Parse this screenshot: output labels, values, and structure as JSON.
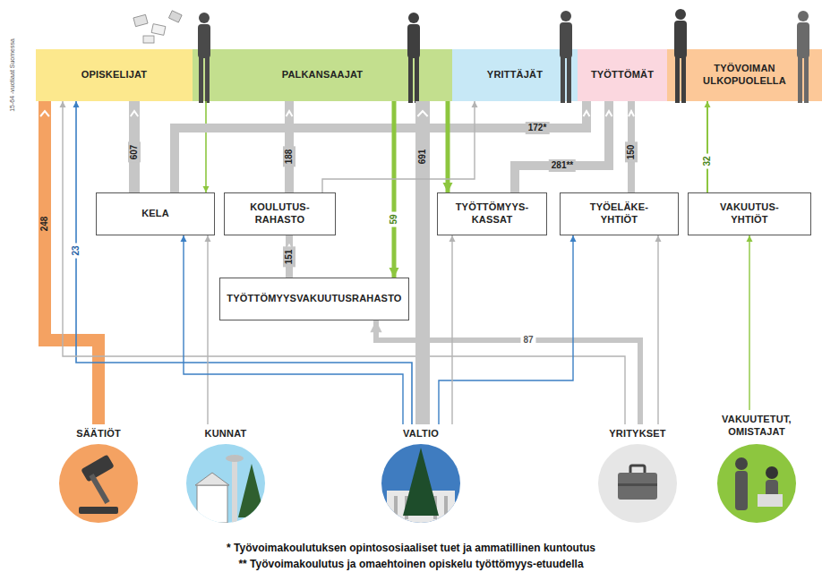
{
  "diagram": {
    "nodes": [
      {
        "text": [
          "OPISKELIJAT"
        ]
      },
      {
        "text": [
          "PALKANSAAJAT"
        ]
      },
      {
        "text": [
          "YRITTÄJÄT"
        ]
      },
      {
        "text": [
          "TYÖTTÖMÄT"
        ]
      },
      {
        "text": [
          "TYÖVOIMAN ULKOPUOLELLA"
        ]
      },
      {
        "text": [
          "KELA"
        ]
      },
      {
        "text": [
          "KOULUTUS- RAHASTO"
        ]
      },
      {
        "text": [
          "TYÖTTÖMYYS- KASSAT"
        ]
      },
      {
        "text": [
          "TYÖELÄKE- YHTIÖT"
        ]
      },
      {
        "text": [
          "VAKUUTUS- YHTIÖT"
        ]
      },
      {
        "text": [
          "TYÖTTÖMYYSVAKUUTUSRAHASTO"
        ]
      },
      {
        "text": [
          "SÄÄTIÖT"
        ]
      },
      {
        "text": [
          "KUNNAT"
        ]
      },
      {
        "text": [
          "VALTIO"
        ]
      },
      {
        "text": [
          "YRITYKSET"
        ]
      },
      {
        "text": [
          "VAKUUTETUT, OMISTAJAT"
        ]
      }
    ],
    "edges": [
      {
        "from": 11,
        "to": 0,
        "arrow": "to",
        "label": "248"
      },
      {
        "from": 13,
        "to": 0,
        "arrow": "to",
        "label": "23"
      },
      {
        "from": 14,
        "to": 0,
        "arrow": "to"
      },
      {
        "from": 5,
        "to": 0,
        "arrow": "to",
        "label": "607"
      },
      {
        "from": 1,
        "to": 5,
        "arrow": "to"
      },
      {
        "from": 5,
        "to": 3,
        "arrow": "to",
        "label": "172*"
      },
      {
        "from": 6,
        "to": 1,
        "arrow": "to",
        "label": "188"
      },
      {
        "from": 10,
        "to": 6,
        "arrow": "to",
        "label": "151"
      },
      {
        "from": 13,
        "to": 1,
        "arrow": "to",
        "label": "691"
      },
      {
        "from": 1,
        "to": 10,
        "arrow": "to",
        "label": "59"
      },
      {
        "from": 1,
        "to": 7,
        "arrow": "to"
      },
      {
        "from": 7,
        "to": 3,
        "arrow": "to",
        "label": "281**"
      },
      {
        "from": 8,
        "to": 3,
        "arrow": "to",
        "label": "150"
      },
      {
        "from": 9,
        "to": 4,
        "arrow": "to",
        "label": "32"
      },
      {
        "from": 14,
        "to": 10,
        "arrow": "to",
        "label": "87"
      },
      {
        "from": 12,
        "to": 5,
        "arrow": "to"
      },
      {
        "from": 13,
        "to": 5,
        "arrow": "to"
      },
      {
        "from": 13,
        "to": 8,
        "arrow": "to"
      },
      {
        "from": 14,
        "to": 8,
        "arrow": "to"
      },
      {
        "from": 15,
        "to": 9,
        "arrow": "to"
      },
      {
        "from": 13,
        "to": 7,
        "arrow": "to"
      },
      {
        "from": 6,
        "to": 2,
        "arrow": "to"
      }
    ],
    "labels": [
      "15-64 -vuotiaat Suomessa",
      "* Työvoimakoulutuksen opintososiaaliset tuet ja ammatillinen kuntoutus",
      "** Työvoimakoulutus ja omaehtoinen opiskelu työttömyys-etuudella"
    ]
  }
}
